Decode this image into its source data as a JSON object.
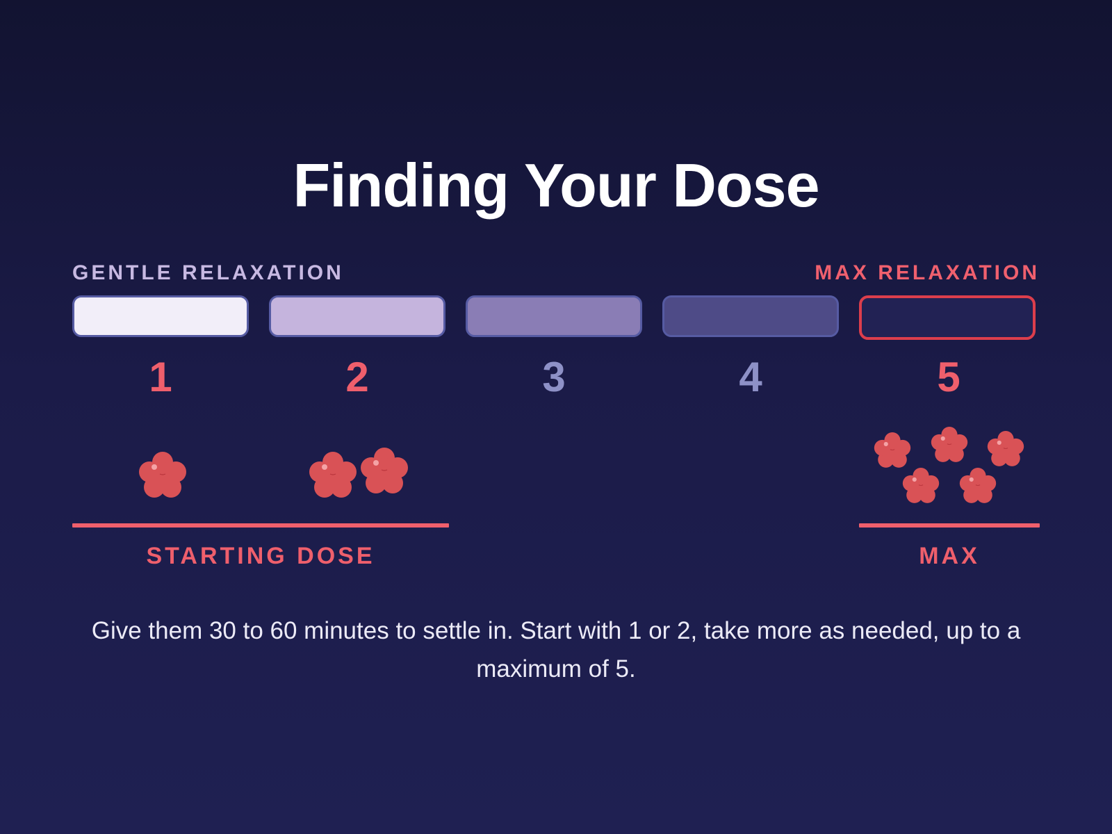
{
  "title": "Finding Your Dose",
  "scale": {
    "left_label": "GENTLE RELAXATION",
    "right_label": "MAX RELAXATION",
    "levels": [
      {
        "number": "1",
        "fill": "#f2eef9",
        "number_color": "#ef5f6c",
        "gummies": 1
      },
      {
        "number": "2",
        "fill": "#c5b4dd",
        "number_color": "#ef5f6c",
        "gummies": 2
      },
      {
        "number": "3",
        "fill": "#8a7db5",
        "number_color": "#8e91c7",
        "gummies": 0
      },
      {
        "number": "4",
        "fill": "#4e4b87",
        "number_color": "#8e91c7",
        "gummies": 0
      },
      {
        "number": "5",
        "fill": "#222254",
        "number_color": "#ef5f6c",
        "gummies": 5
      }
    ]
  },
  "brackets": {
    "starting_label": "STARTING DOSE",
    "max_label": "MAX"
  },
  "note": "Give them 30 to 60 minutes to settle in. Start with 1 or 2, take more as needed, up to a maximum of 5.",
  "colors": {
    "accent": "#ef5f6c",
    "gummy": "#d95256",
    "segment_border": "#565ba3",
    "max_border": "#dc3e4c"
  },
  "icons": {
    "gummy": "raspberry-gummy-icon"
  }
}
